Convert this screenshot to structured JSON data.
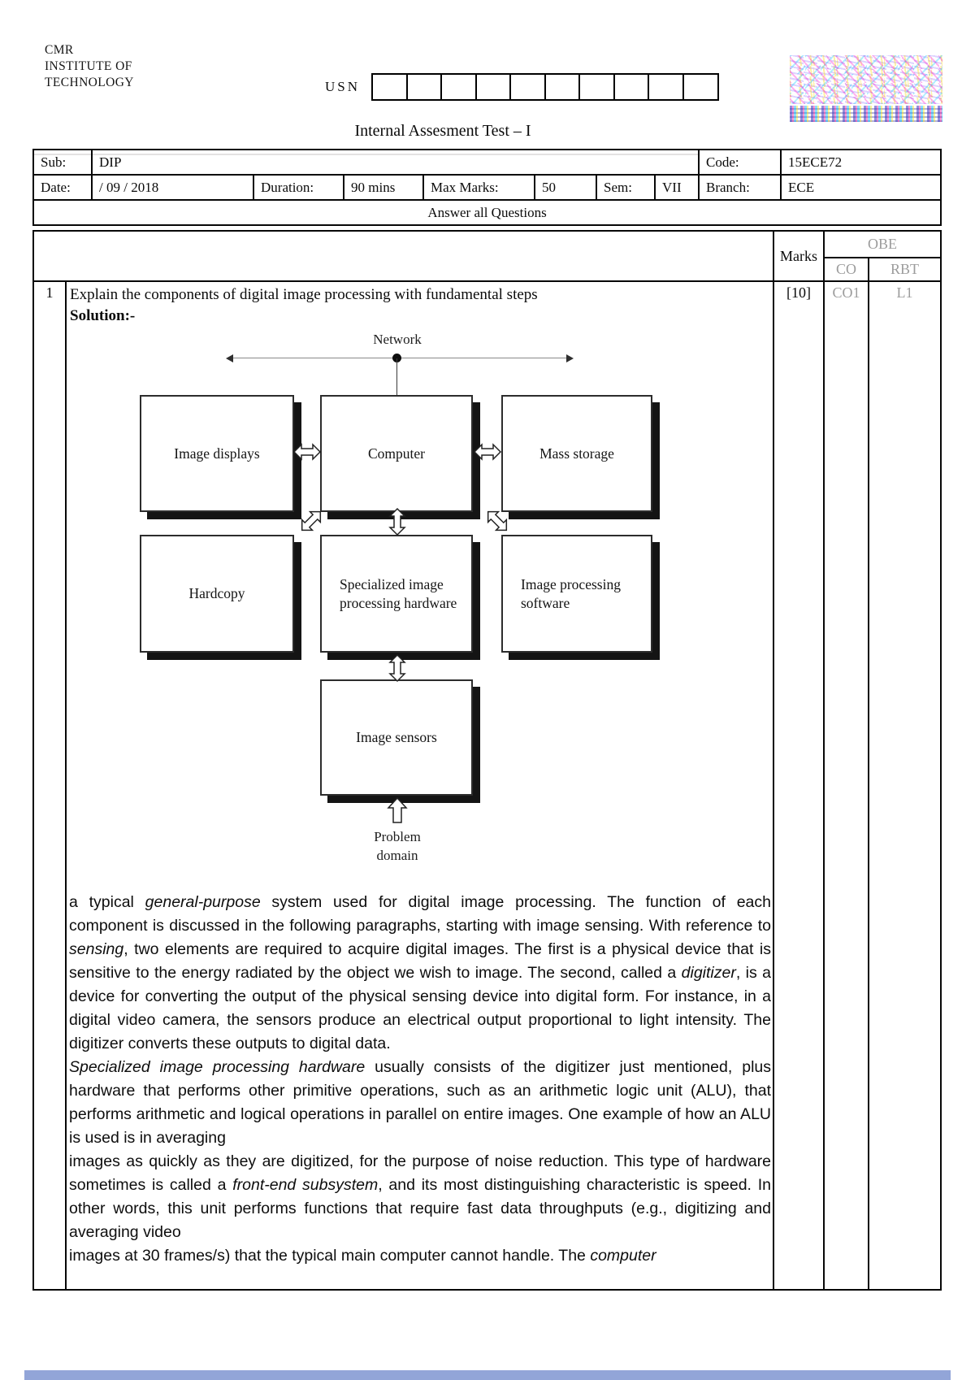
{
  "header": {
    "institute_lines": [
      "CMR",
      "INSTITUTE OF",
      "TECHNOLOGY"
    ],
    "usn_label": "USN",
    "usn_box_count": 10
  },
  "title": "Internal Assesment Test – I",
  "info_table": {
    "sub_label": "Sub:",
    "sub_value": "DIP",
    "code_label": "Code:",
    "code_value": "15ECE72",
    "date_label": "Date:",
    "date_value": "/ 09 / 2018",
    "duration_label": "Duration:",
    "duration_value": "90 mins",
    "max_marks_label": "Max Marks:",
    "max_marks_value": "50",
    "sem_label": "Sem:",
    "sem_value": "VII",
    "branch_label": "Branch:",
    "branch_value": "ECE",
    "instruction": "Answer all Questions"
  },
  "grading": {
    "marks_header": "Marks",
    "obe_header": "OBE",
    "co_header": "CO",
    "rbt_header": "RBT"
  },
  "question": {
    "number": "1",
    "text": "Explain the components of digital image processing with fundamental steps",
    "solution_label": "Solution:-",
    "marks": "[10]",
    "co": "CO1",
    "rbt": "L1"
  },
  "diagram": {
    "network_label": "Network",
    "boxes": {
      "image_displays": "Image displays",
      "computer": "Computer",
      "mass_storage": "Mass storage",
      "hardcopy": "Hardcopy",
      "specialized_hardware": "Specialized image processing hardware",
      "software": "Image processing software",
      "image_sensors": "Image sensors"
    },
    "problem_domain_lines": [
      "Problem",
      "domain"
    ]
  },
  "body": {
    "paragraphs": [
      {
        "segments": [
          {
            "t": "a typical "
          },
          {
            "t": "general-purpose",
            "i": true
          },
          {
            "t": " system used for digital image processing. The function of each component is discussed in the following paragraphs, starting with image sensing. With reference to "
          },
          {
            "t": "sensing",
            "i": true
          },
          {
            "t": ", two elements are required to acquire digital images. The first is a physical device that is sensitive to the energy radiated by the object we wish to image. The second, called a "
          },
          {
            "t": "digitizer",
            "i": true
          },
          {
            "t": ", is a device for converting the output of the physical sensing device into digital form. For instance, in a digital video camera, the sensors produce an electrical output proportional to light intensity. The digitizer converts these outputs to digital data."
          }
        ]
      },
      {
        "segments": [
          {
            "t": "Specialized image processing hardware",
            "i": true
          },
          {
            "t": " usually consists of the digitizer just mentioned, plus hardware that performs other primitive operations, such as an arithmetic logic unit (ALU), that performs arithmetic and logical operations in parallel on entire images. One example of how an ALU is used is in averaging"
          },
          {
            "br": true
          },
          {
            "t": "images as quickly as they are digitized, for the purpose of noise reduction. This type of hardware sometimes is called a "
          },
          {
            "t": "front-end subsystem",
            "i": true
          },
          {
            "t": ", and its most distinguishing characteristic is speed. In other words, this unit performs functions that require fast data throughputs (e.g., digitizing and averaging video"
          },
          {
            "br": true
          },
          {
            "t": "images at 30 frames/s) that the typical main computer cannot handle. The "
          },
          {
            "t": "computer",
            "i": true
          }
        ]
      }
    ]
  },
  "colors": {
    "muted_header": "#9c9c9c",
    "footer_bar": "#92a5d8",
    "table_border": "#070707"
  }
}
